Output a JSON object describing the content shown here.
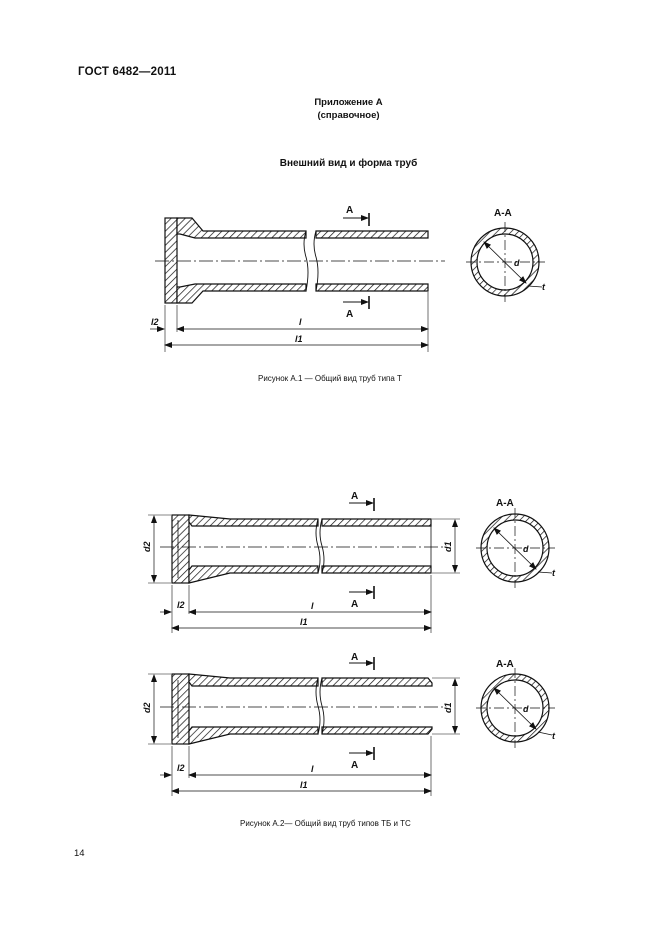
{
  "header": {
    "standard": "ГОСТ  6482—2011"
  },
  "appendix": {
    "title": "Приложение А",
    "subtitle": "(справочное)"
  },
  "section_title": "Внешний вид и форма труб",
  "figure1": {
    "caption": "Рисунок А.1 — Общий вид труб типа Т",
    "section_label": "А-А",
    "cut_label": "А",
    "dims": {
      "l": "l",
      "l1": "l1",
      "l2": "l2",
      "d": "d",
      "t": "t"
    }
  },
  "figure2": {
    "caption": "Рисунок А.2— Общий вид труб типов ТБ и ТС",
    "section_label": "А-А",
    "cut_label": "А",
    "dims": {
      "l": "l",
      "l1": "l1",
      "l2": "l2",
      "d": "d",
      "d1": "d1",
      "d2": "d2",
      "t": "t"
    }
  },
  "page_number": "14"
}
